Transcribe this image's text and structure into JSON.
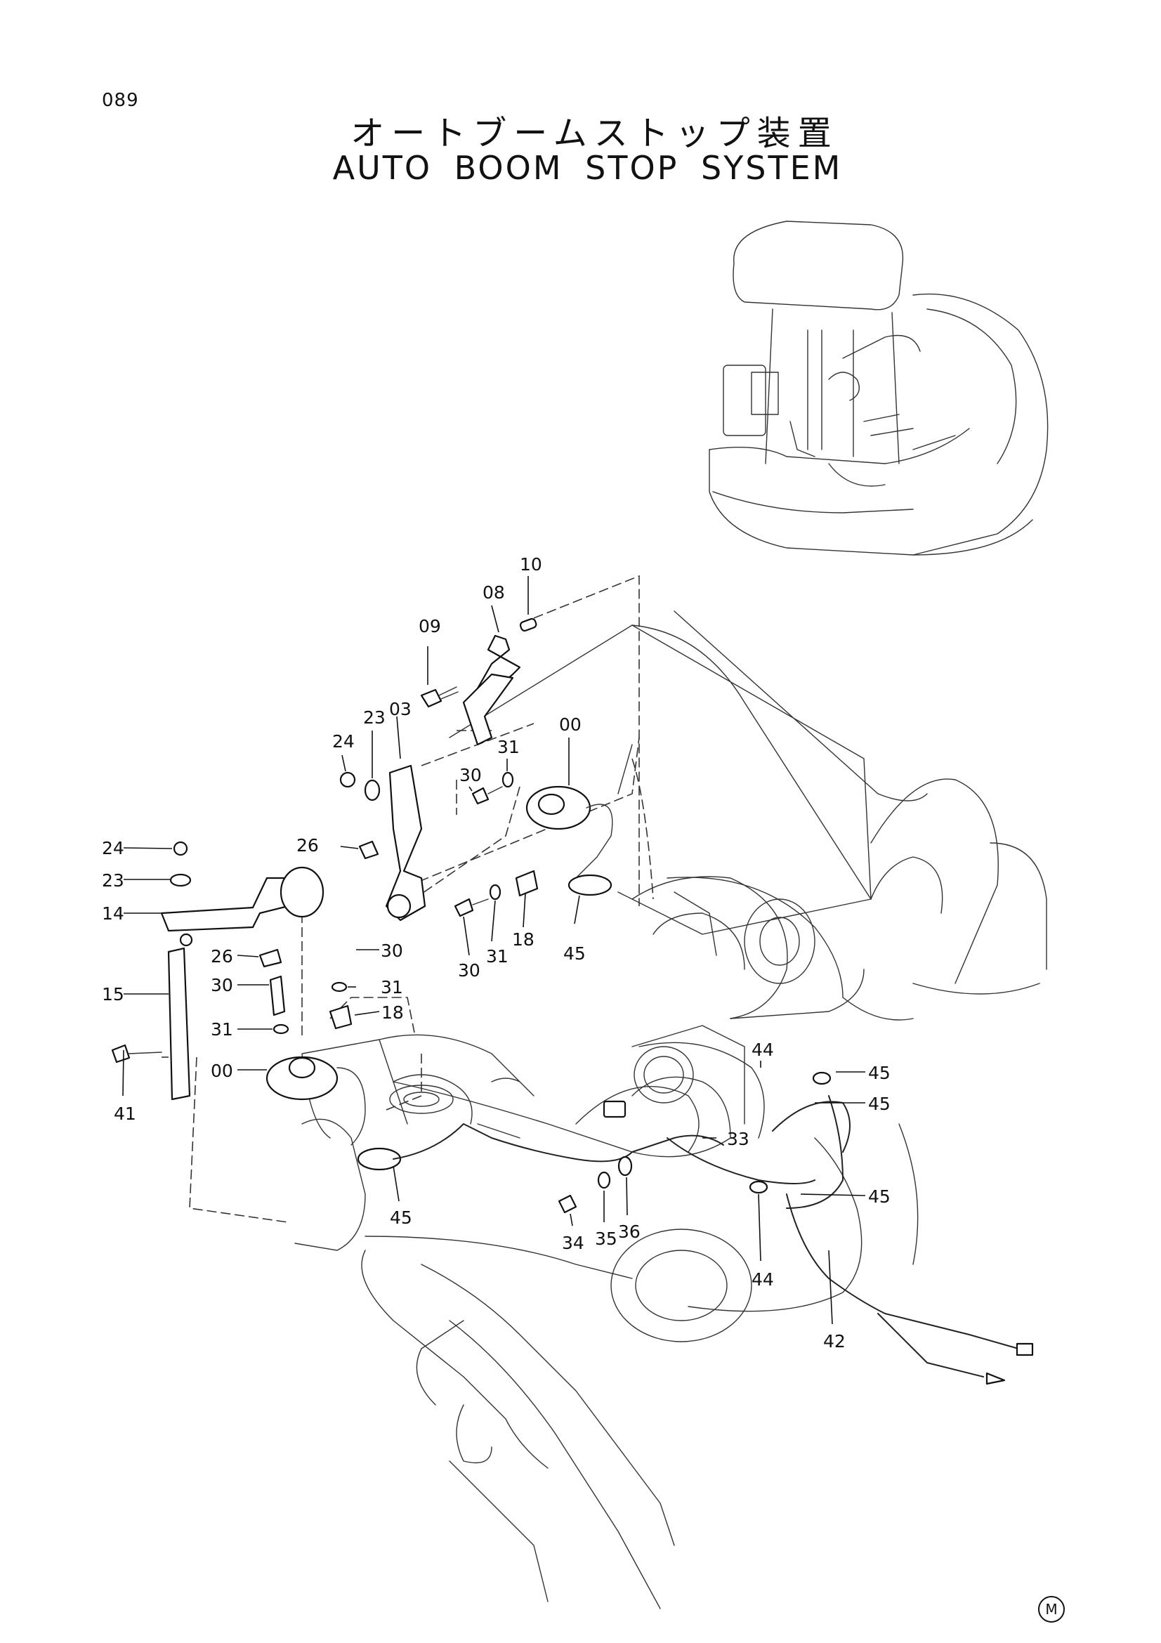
{
  "page_number": "089",
  "title_jp": "オートブームストップ装置",
  "title_en": "AUTO BOOM STOP SYSTEM",
  "corner_mark": "M",
  "callouts": [
    "10",
    "08",
    "09",
    "23",
    "03",
    "24",
    "00",
    "31",
    "30",
    "26",
    "24",
    "23",
    "14",
    "26",
    "30",
    "15",
    "30",
    "31",
    "18",
    "30",
    "31",
    "18",
    "45",
    "31",
    "00",
    "41",
    "44",
    "45",
    "45",
    "33",
    "45",
    "45",
    "34",
    "35",
    "36",
    "44",
    "42"
  ]
}
